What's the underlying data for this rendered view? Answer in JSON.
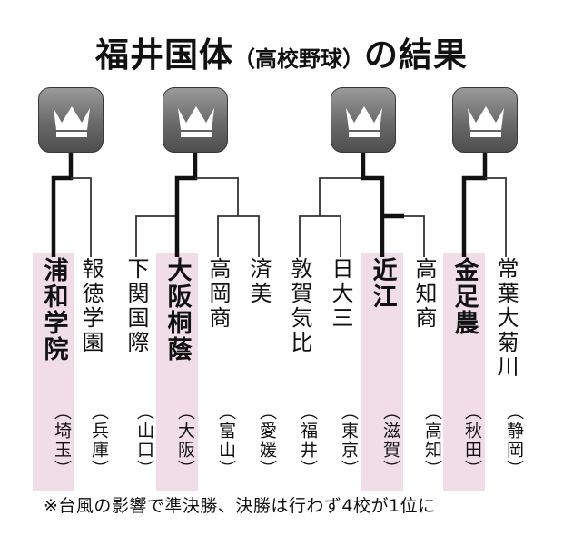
{
  "title": {
    "main_before": "福井国体",
    "sub": "（高校野球）",
    "main_after": "の結果"
  },
  "teams": [
    {
      "name": "浦和学院",
      "pref": "（埼玉）",
      "winner": true
    },
    {
      "name": "報徳学園",
      "pref": "（兵庫）",
      "winner": false
    },
    {
      "name": "下関国際",
      "pref": "（山口）",
      "winner": false
    },
    {
      "name": "大阪桐蔭",
      "pref": "（大阪）",
      "winner": true
    },
    {
      "name": "高岡商",
      "pref": "（富山）",
      "winner": false
    },
    {
      "name": "済美",
      "pref": "（愛媛）",
      "winner": false
    },
    {
      "name": "敦賀気比",
      "pref": "（福井）",
      "winner": false
    },
    {
      "name": "日大三",
      "pref": "（東京）",
      "winner": false
    },
    {
      "name": "近江",
      "pref": "（滋賀）",
      "winner": true
    },
    {
      "name": "高知商",
      "pref": "（高知）",
      "winner": false
    },
    {
      "name": "金足農",
      "pref": "（秋田）",
      "winner": true
    },
    {
      "name": "常葉大菊川",
      "pref": "（静岡）",
      "winner": false
    }
  ],
  "crowns": [
    {
      "icon": "crown-icon"
    },
    {
      "icon": "crown-icon"
    },
    {
      "icon": "crown-icon"
    },
    {
      "icon": "crown-icon"
    }
  ],
  "note": "※台風の影響で準決勝、決勝は行わず4校が1位に",
  "colors": {
    "highlight": "#f0dde8",
    "winner_line": "#111111",
    "loser_line": "#333333",
    "crown_bg": "#6a6a6a"
  }
}
